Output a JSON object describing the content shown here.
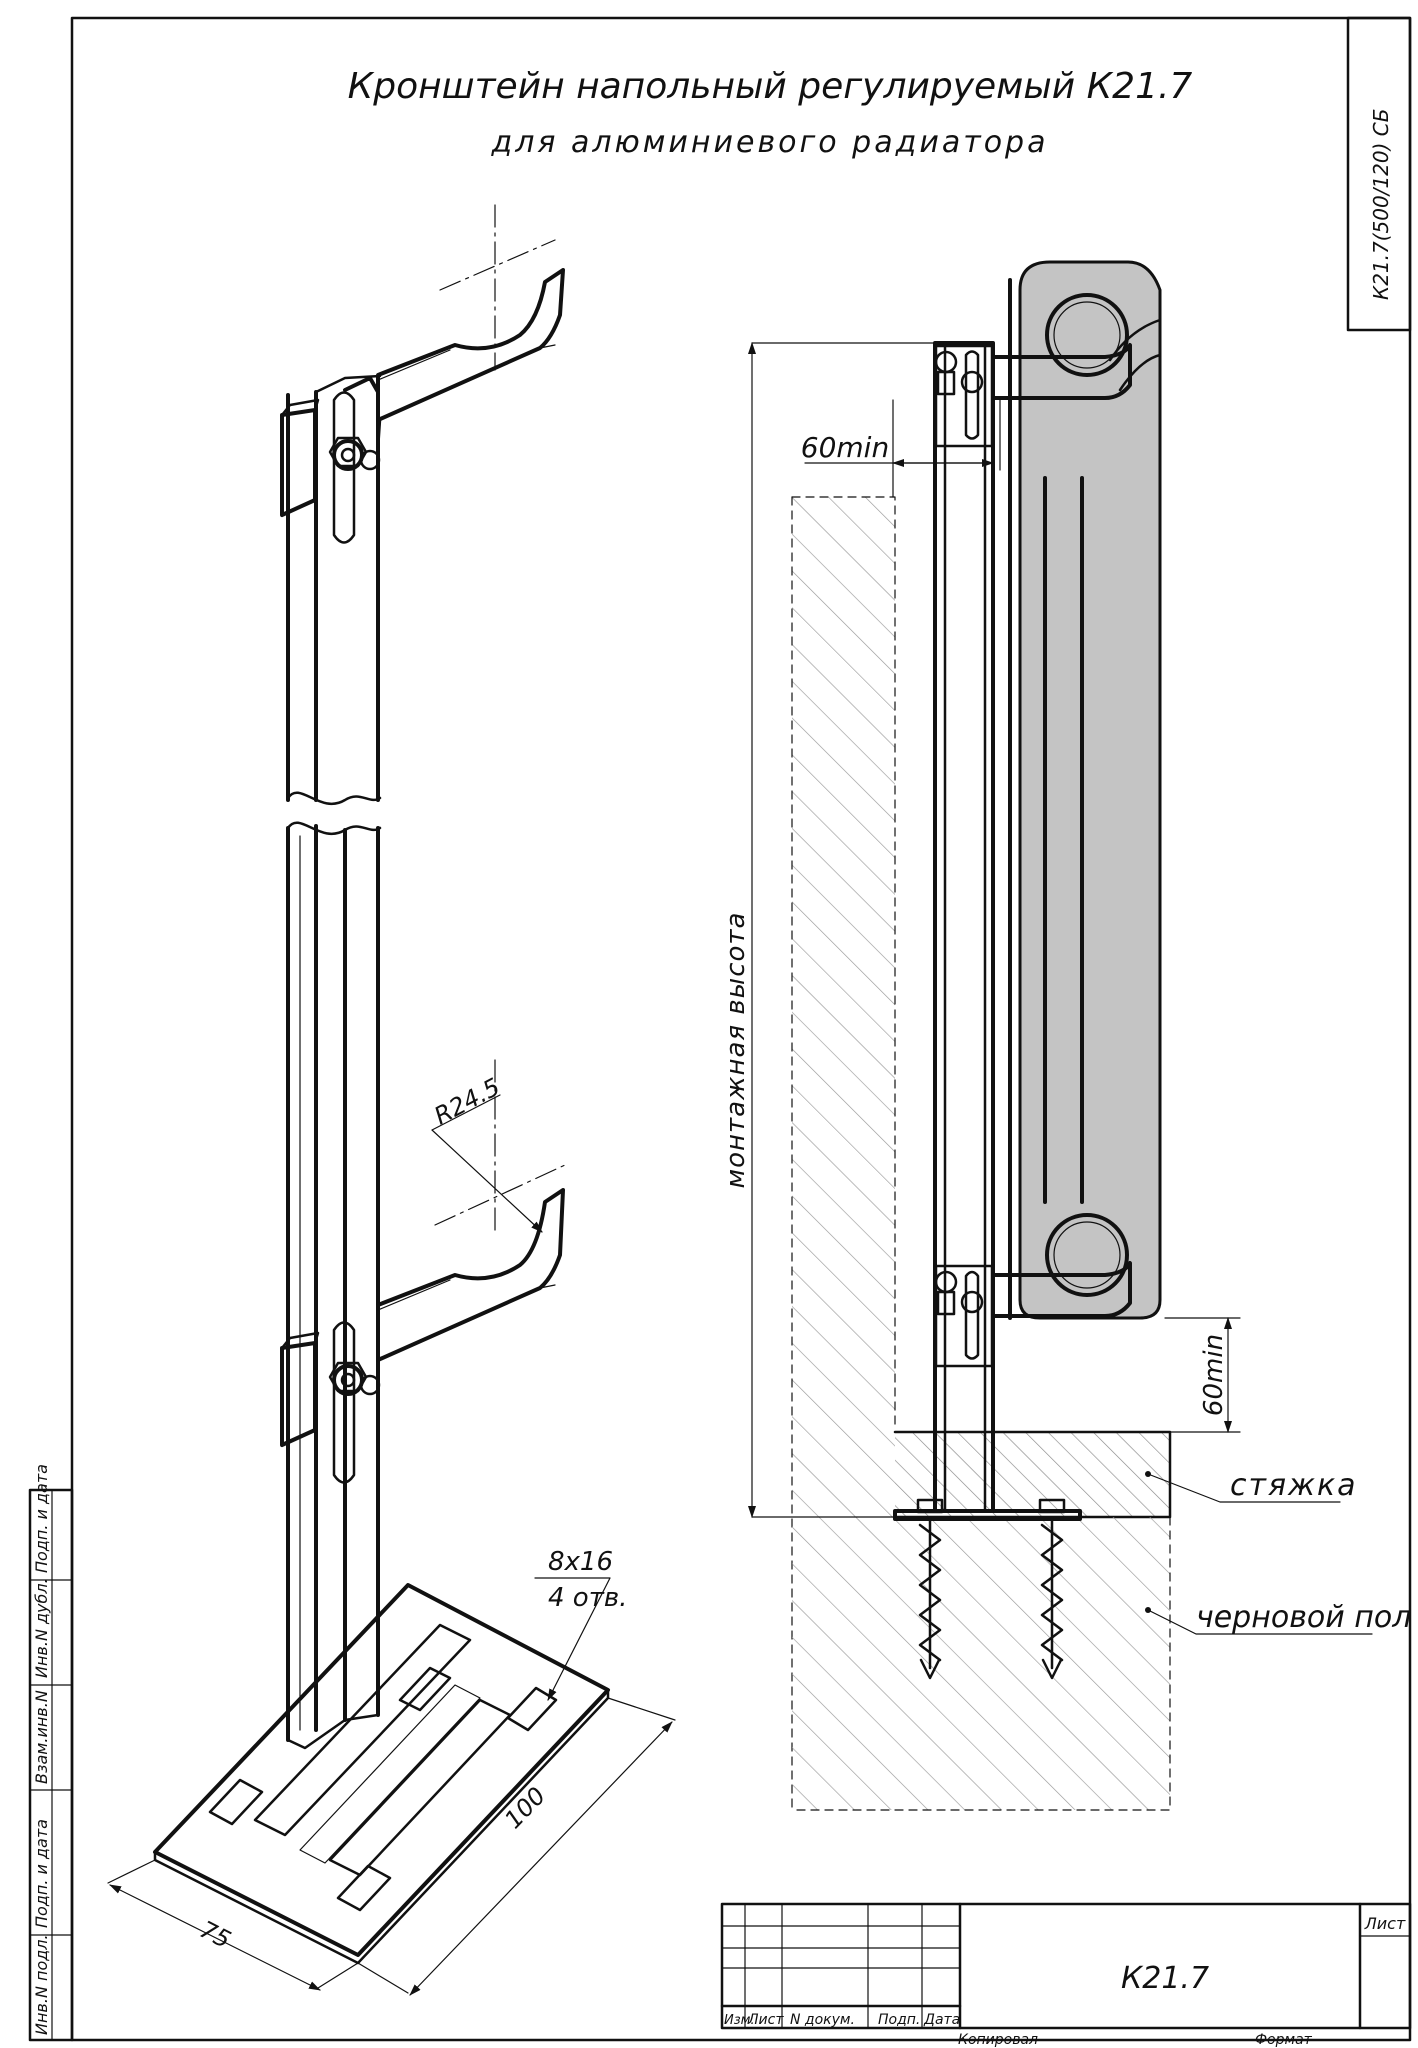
{
  "title": {
    "main": "Кронштейн напольный регулируемый К21.7",
    "sub": "для алюминиевого радиатора",
    "side_code": "К21.7(500/120) СБ"
  },
  "dimensions": {
    "radius": "R24.5",
    "holes_size": "8х16",
    "holes_count": "4 отв.",
    "base_width": "75",
    "base_length": "100",
    "gap_wall": "60min",
    "gap_floor": "60min",
    "mount_height": "монтажная высота"
  },
  "callouts": {
    "screed": "стяжка",
    "subfloor": "черновой пол"
  },
  "left_strip": [
    "Инв.N подл.",
    "Подп. и дата",
    "Взам.инв.N",
    "Инв.N дубл.",
    "Подп. и дата"
  ],
  "title_block": {
    "designation": "К21.7",
    "columns": [
      "Изм.",
      "Лист",
      "N докум.",
      "Подп.",
      "Дата"
    ],
    "sheet_label": "Лист",
    "copied_label": "Копировал",
    "format_label": "Формат"
  }
}
